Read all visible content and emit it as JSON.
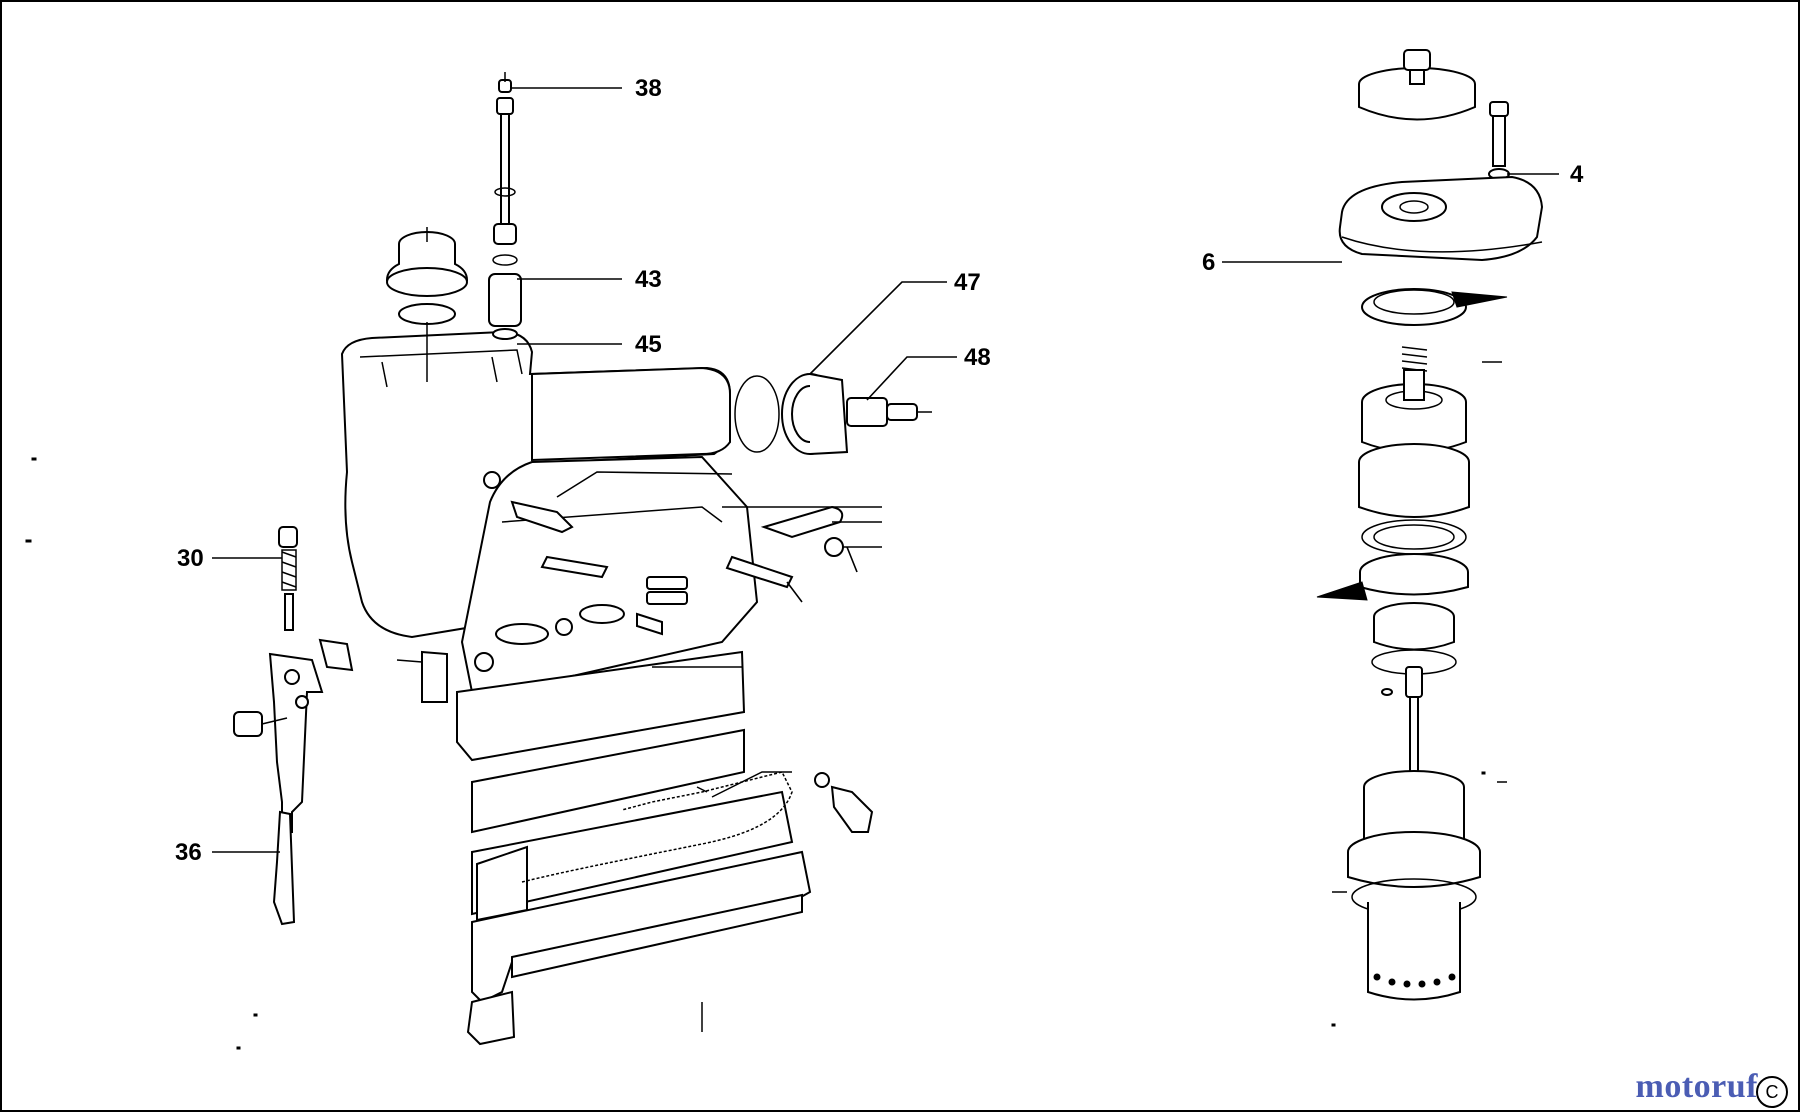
{
  "diagram": {
    "part_labels": [
      "38",
      "43",
      "45",
      "47",
      "48",
      "30",
      "36",
      "4",
      "6"
    ]
  },
  "watermark": {
    "brand": "motoruf",
    "copyright_symbol": "C"
  },
  "colors": {
    "line": "#000000",
    "background": "#ffffff",
    "brand": "#4b5db4"
  }
}
